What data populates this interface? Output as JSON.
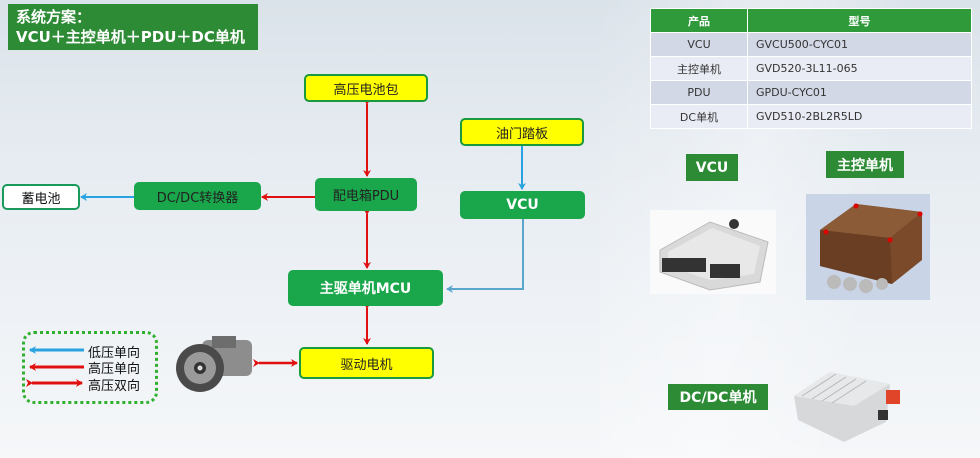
{
  "title": {
    "line1": "系统方案：",
    "line2": "VCU＋主控单机＋PDU＋DC单机"
  },
  "nodes": {
    "hv_battery": "高压电池包",
    "throttle_pedal": "油门踏板",
    "pdu": "配电箱PDU",
    "dcdc_converter": "DC/DC转换器",
    "battery": "蓄电池",
    "vcu": "VCU",
    "mcu": "主驱单机MCU",
    "drive_motor": "驱动电机"
  },
  "legend": {
    "items": [
      {
        "label": "低压单向",
        "color": "#29a3e0",
        "type": "single"
      },
      {
        "label": "高压单向",
        "color": "#e01010",
        "type": "single"
      },
      {
        "label": "高压双向",
        "color": "#e01010",
        "type": "double"
      }
    ]
  },
  "spec_table": {
    "headers": [
      "产品",
      "型号"
    ],
    "rows": [
      [
        "VCU",
        "GVCU500-CYC01"
      ],
      [
        "主控单机",
        "GVD520-3L11-065"
      ],
      [
        "PDU",
        " GPDU-CYC01"
      ],
      [
        "DC单机",
        "GVD510-2BL2R5LD"
      ]
    ]
  },
  "product_labels": {
    "vcu": "VCU",
    "main_controller": "主控单机",
    "dcdc": "DC/DC单机"
  },
  "colors": {
    "brand_green": "#2e8b35",
    "node_green": "#1aa64a",
    "node_yellow": "#ffff00",
    "hv_red": "#e01010",
    "lv_blue": "#29a3e0"
  }
}
